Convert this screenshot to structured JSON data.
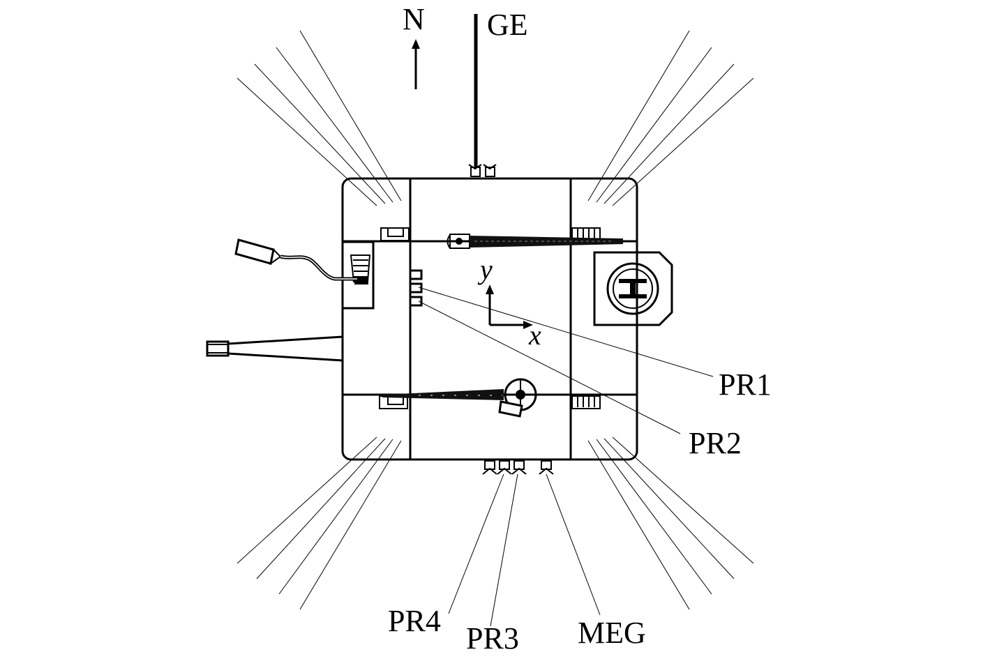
{
  "diagram": {
    "title": "Satellite layout with sensors (top view)",
    "compass": {
      "label": "N"
    },
    "labels": {
      "ge": "GE",
      "pr1": "PR1",
      "pr2": "PR2",
      "pr3": "PR3",
      "pr4": "PR4",
      "meg": "MEG"
    },
    "axes": {
      "x": "x",
      "y": "y"
    },
    "icons": {
      "antenna": "antenna-icon",
      "camera": "camera-icon",
      "i-beam-logo": "ibeam-logo-icon"
    },
    "colors": {
      "ink": "#000000",
      "background": "#ffffff"
    }
  }
}
